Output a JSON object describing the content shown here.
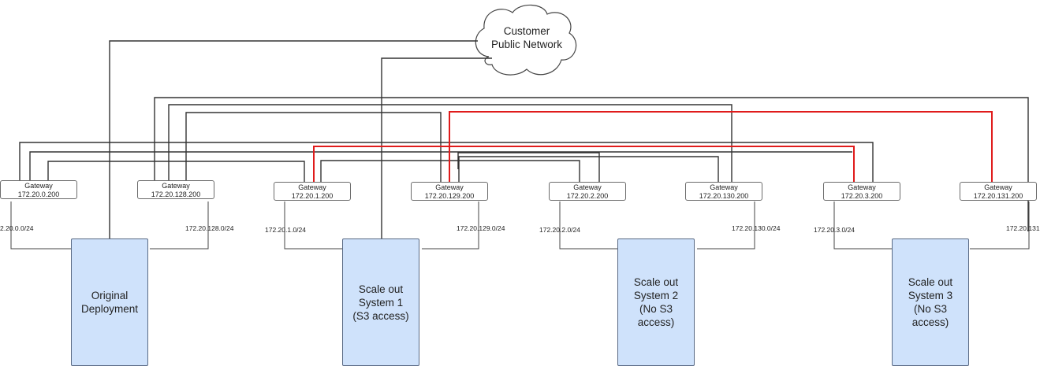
{
  "cloud": {
    "label": "Customer\nPublic Network"
  },
  "gateways": [
    {
      "title": "Gateway",
      "ip": "172.20.0.200"
    },
    {
      "title": "Gateway",
      "ip": "172.20.128.200"
    },
    {
      "title": "Gateway",
      "ip": "172.20.1.200"
    },
    {
      "title": "Gateway",
      "ip": "172.20.129.200"
    },
    {
      "title": "Gateway",
      "ip": "172.20.2.200"
    },
    {
      "title": "Gateway",
      "ip": "172.20.130.200"
    },
    {
      "title": "Gateway",
      "ip": "172.20.3.200"
    },
    {
      "title": "Gateway",
      "ip": "172.20.131.200"
    }
  ],
  "subnets": [
    "2.20.0.0/24",
    "172.20.128.0/24",
    "172.20.1.0/24",
    "172.20.129.0/24",
    "172.20.2.0/24",
    "172.20.130.0/24",
    "172.20.3.0/24",
    "172.20.131"
  ],
  "systems": [
    {
      "label": "Original\nDeployment"
    },
    {
      "label": "Scale out\nSystem 1\n(S3 access)"
    },
    {
      "label": "Scale out\nSystem 2\n(No S3\naccess)"
    },
    {
      "label": "Scale out\nSystem 3\n(No S3\naccess)"
    }
  ],
  "colors": {
    "wire": "#333333",
    "highlight": "#e01b1b",
    "system_fill": "#cfe2fb"
  }
}
